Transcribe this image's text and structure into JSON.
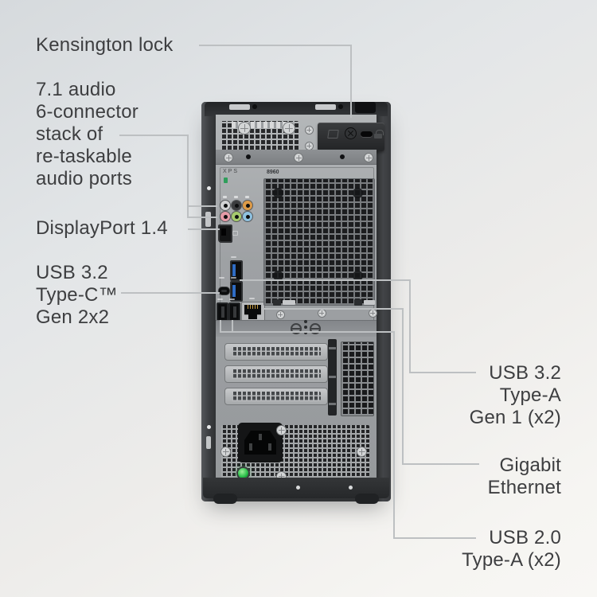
{
  "title": "Desktop tower rear ports diagram",
  "device": {
    "brand_label": "XPS",
    "model_label": "8960"
  },
  "callouts": {
    "kensington": "Kensington lock",
    "audio": "7.1 audio\n6-connector\nstack of\nre-taskable\naudio ports",
    "displayport": "DisplayPort 1.4",
    "usb_c": "USB 3.2\nType-C™\nGen 2x2",
    "usb_a_32": "USB 3.2\nType-A\nGen 1 (x2)",
    "ethernet": "Gigabit\nEthernet",
    "usb_20": "USB 2.0\nType-A (x2)"
  },
  "colors": {
    "label_text": "#3d3e40",
    "callout_line": "#bdc0c2",
    "chassis_dark": "#313335",
    "panel_metal": "#9ea1a4",
    "usb3_blue": "#2f6cc4",
    "power_led_green": "#2fbf4a",
    "audio_jacks": {
      "side": "#d2d3d4",
      "rear": "#3b3c3e",
      "center_sub": "#de9b47",
      "mic": "#e59aa7",
      "line_out": "#a6cb6d",
      "line_in": "#8fc2e1"
    }
  }
}
